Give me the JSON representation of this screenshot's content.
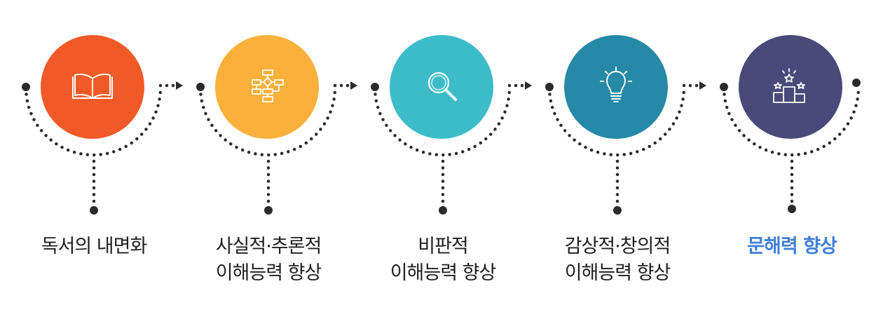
{
  "steps": [
    {
      "label_lines": [
        "독서의 내면화"
      ],
      "icon": "book-icon",
      "color": "#f15a27"
    },
    {
      "label_lines": [
        "사실적·추론적",
        "이해능력 향상"
      ],
      "icon": "flowchart-icon",
      "color": "#fbb03b"
    },
    {
      "label_lines": [
        "비판적",
        "이해능력 향상"
      ],
      "icon": "magnifier-icon",
      "color": "#3cbcc9"
    },
    {
      "label_lines": [
        "감상적·창의적",
        "이해능력 향상"
      ],
      "icon": "lightbulb-icon",
      "color": "#2689a6"
    },
    {
      "label_lines": [
        "문해력 향상"
      ],
      "icon": "podium-stars-icon",
      "color": "#484a7a"
    }
  ],
  "colors": {
    "dots": "#2b2b2b",
    "final_label": "#3f7fd9",
    "label_text": "#1f1f1f",
    "icon_stroke": "#ffffff"
  }
}
